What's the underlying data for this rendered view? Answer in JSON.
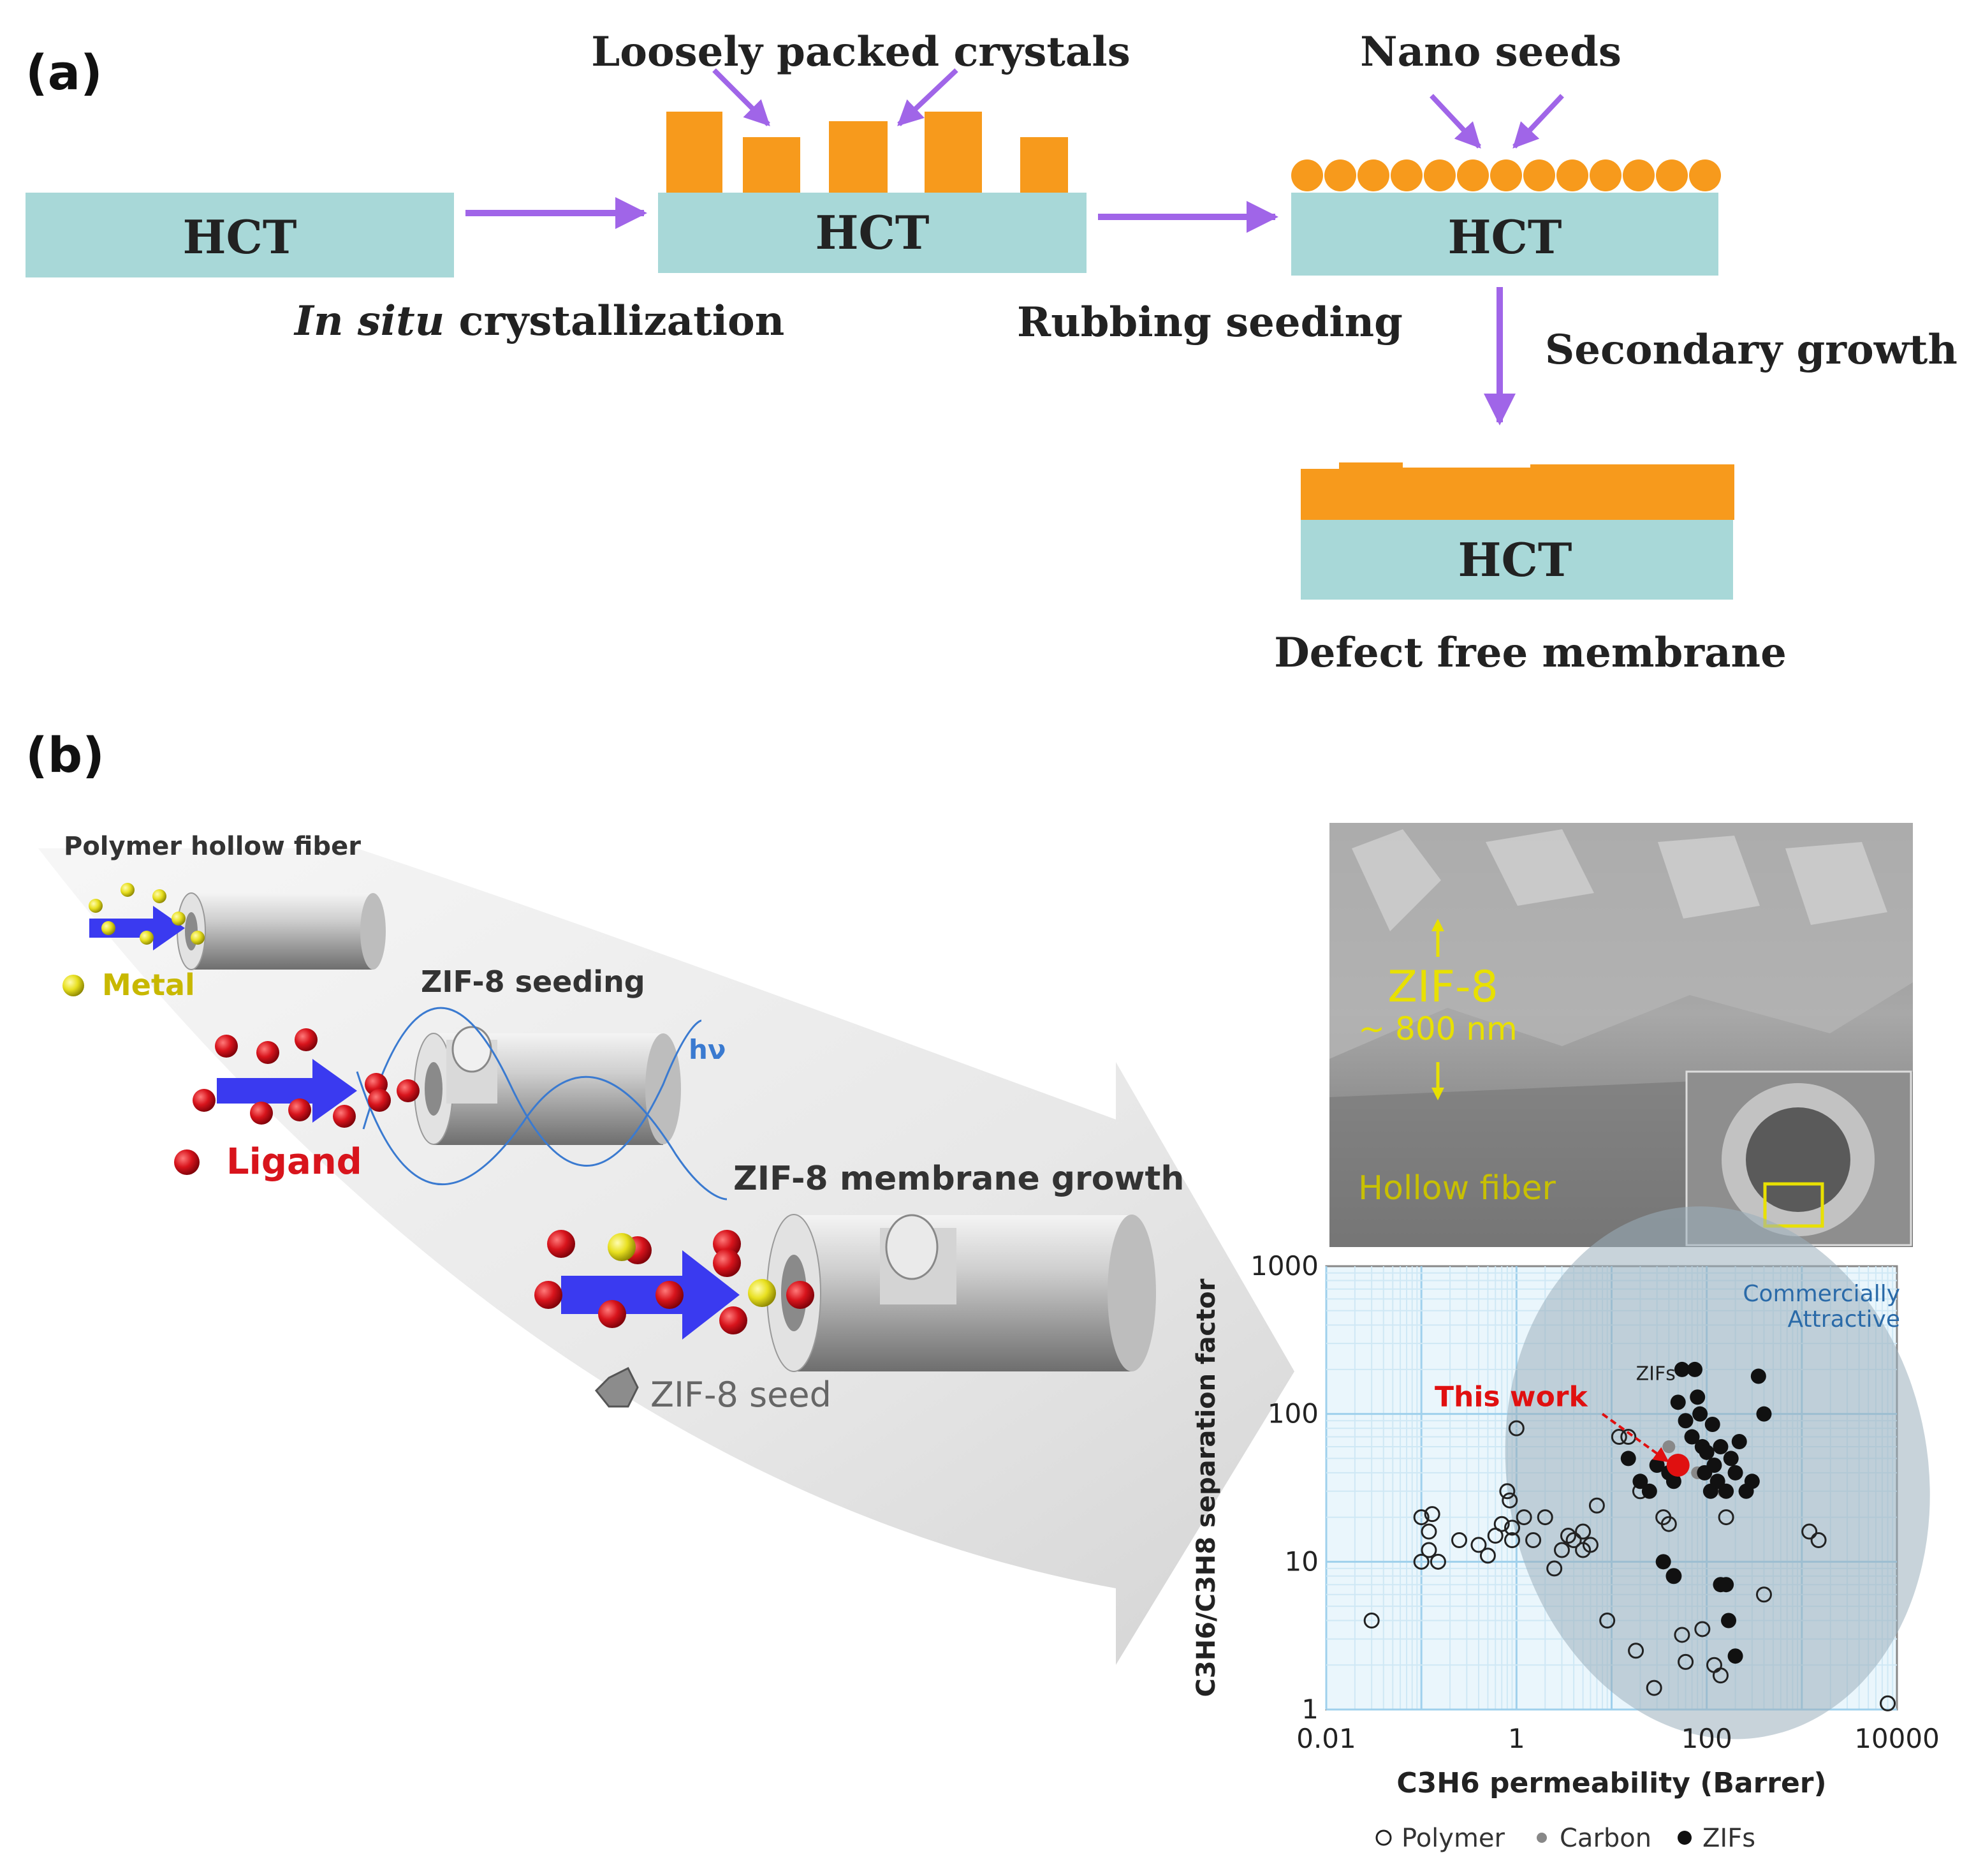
{
  "panel_a": {
    "label": "(a)",
    "hct_label": "HCT",
    "loosely_packed": "Loosely packed crystals",
    "nano_seeds": "Nano seeds",
    "in_situ_italic": "In situ",
    "in_situ_rest": " crystallization",
    "rubbing_seeding": "Rubbing seeding",
    "secondary_growth": "Secondary growth",
    "defect_free": "Defect free membrane"
  },
  "panel_b": {
    "label": "(b)",
    "polymer_hollow_fiber": "Polymer hollow fiber",
    "metal": "Metal",
    "zif8_seeding": "ZIF-8 seeding",
    "hv": "hν",
    "ligand": "Ligand",
    "zif8_membrane_growth": "ZIF-8 membrane growth",
    "zif8_seed": "ZIF-8 seed",
    "sem": {
      "zif8": "ZIF-8",
      "thickness": "~ 800 nm",
      "hollow_fiber": "Hollow fiber"
    }
  },
  "colors": {
    "hct": "#a8d8d8",
    "crystal": "#f79a1c",
    "arrow": "#a065e8",
    "metal": "#e8e020",
    "ligand": "#d8141c",
    "process_arrow": "#3a3af0",
    "sem_label": "#e8e000"
  },
  "chart_data": {
    "type": "scatter",
    "title": "",
    "xlabel": "C3H6 permeability (Barrer)",
    "ylabel": "C3H6/C3H8 separation factor",
    "x_scale": "log",
    "y_scale": "log",
    "xlim": [
      0.01,
      10000
    ],
    "ylim": [
      1,
      1000
    ],
    "x_ticks": [
      "0.01",
      "1",
      "100",
      "10000"
    ],
    "y_ticks": [
      "1",
      "10",
      "100",
      "1000"
    ],
    "region_label_1": "Commercially",
    "region_label_2": "Attractive",
    "zifs_region_label": "ZIFs",
    "annotation": "This work",
    "legend_position": "bottom",
    "legend": [
      {
        "name": "Polymer",
        "marker": "open-circle"
      },
      {
        "name": "Carbon",
        "marker": "gray-dot"
      },
      {
        "name": "ZIFs",
        "marker": "filled-circle"
      }
    ],
    "this_work": {
      "x": 50,
      "y": 45
    },
    "series": [
      {
        "name": "Polymer",
        "points": [
          [
            0.03,
            4
          ],
          [
            0.1,
            20
          ],
          [
            0.12,
            16
          ],
          [
            0.1,
            10
          ],
          [
            0.12,
            12
          ],
          [
            0.15,
            10
          ],
          [
            0.13,
            21
          ],
          [
            0.25,
            14
          ],
          [
            0.4,
            13
          ],
          [
            0.5,
            11
          ],
          [
            0.6,
            15
          ],
          [
            0.7,
            18
          ],
          [
            0.8,
            30
          ],
          [
            0.85,
            26
          ],
          [
            0.9,
            14
          ],
          [
            0.9,
            17
          ],
          [
            1.0,
            80
          ],
          [
            1.2,
            20
          ],
          [
            1.5,
            14
          ],
          [
            2.0,
            20
          ],
          [
            2.5,
            9
          ],
          [
            3.0,
            12
          ],
          [
            3.5,
            15
          ],
          [
            4.0,
            14
          ],
          [
            5.0,
            16
          ],
          [
            5.0,
            12
          ],
          [
            6.0,
            13
          ],
          [
            7.0,
            24
          ],
          [
            9.0,
            4
          ],
          [
            12.0,
            70
          ],
          [
            15.0,
            70
          ],
          [
            18.0,
            2.5
          ],
          [
            20.0,
            30
          ],
          [
            28.0,
            1.4
          ],
          [
            35.0,
            20
          ],
          [
            40.0,
            18
          ],
          [
            45.0,
            8
          ],
          [
            55.0,
            3.2
          ],
          [
            60.0,
            2.1
          ],
          [
            90.0,
            3.5
          ],
          [
            120.0,
            2.0
          ],
          [
            140.0,
            1.7
          ],
          [
            160.0,
            20
          ],
          [
            400.0,
            6
          ],
          [
            1200.0,
            16
          ],
          [
            1500.0,
            14
          ],
          [
            8000.0,
            1.1
          ]
        ]
      },
      {
        "name": "Carbon",
        "points": [
          [
            40,
            60
          ],
          [
            80,
            40
          ],
          [
            150,
            30
          ]
        ]
      },
      {
        "name": "ZIFs",
        "points": [
          [
            15,
            50
          ],
          [
            20,
            35
          ],
          [
            25,
            30
          ],
          [
            30,
            45
          ],
          [
            40,
            40
          ],
          [
            45,
            35
          ],
          [
            50,
            120
          ],
          [
            55,
            200
          ],
          [
            60,
            90
          ],
          [
            70,
            70
          ],
          [
            75,
            200
          ],
          [
            80,
            130
          ],
          [
            85,
            100
          ],
          [
            90,
            60
          ],
          [
            95,
            40
          ],
          [
            100,
            55
          ],
          [
            110,
            30
          ],
          [
            115,
            85
          ],
          [
            120,
            45
          ],
          [
            130,
            35
          ],
          [
            140,
            60
          ],
          [
            160,
            30
          ],
          [
            180,
            50
          ],
          [
            200,
            40
          ],
          [
            220,
            65
          ],
          [
            260,
            30
          ],
          [
            300,
            35
          ],
          [
            350,
            180
          ],
          [
            400,
            100
          ],
          [
            140,
            7
          ],
          [
            170,
            4
          ],
          [
            200,
            2.3
          ],
          [
            35,
            10
          ],
          [
            45,
            8
          ],
          [
            160,
            7
          ]
        ]
      }
    ]
  }
}
